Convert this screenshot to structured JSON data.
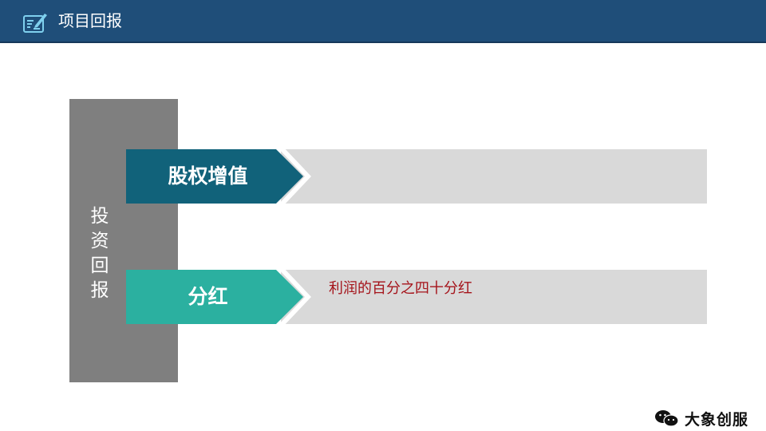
{
  "header": {
    "title": "项目回报",
    "icon": "edit-document-icon",
    "background": "#1f4e79"
  },
  "side_panel": {
    "label_chars": [
      "投",
      "资",
      "回",
      "报"
    ],
    "background": "#7f7f7f"
  },
  "rows": [
    {
      "title": "股权增值",
      "description": "",
      "arrow_color": "#11627a"
    },
    {
      "title": "分红",
      "description": "利润的百分之四十分红",
      "arrow_color": "#2bb0a0"
    }
  ],
  "footer": {
    "icon": "wechat-icon",
    "brand": "大象创服"
  },
  "colors": {
    "bar_gray": "#d9d9d9",
    "desc_text": "#a5141b"
  }
}
